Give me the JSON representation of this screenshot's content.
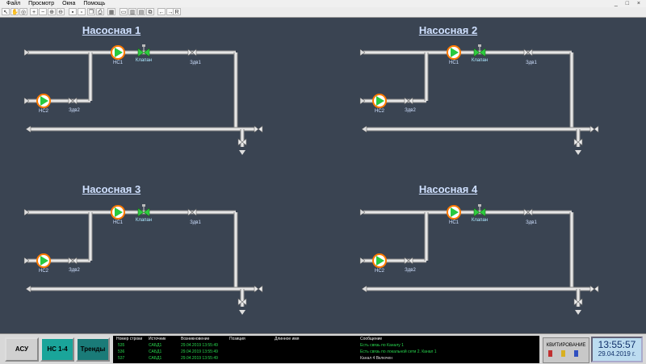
{
  "menu": [
    "Файл",
    "Просмотр",
    "Окна",
    "Помощь"
  ],
  "toolbar": {
    "last_button": "R"
  },
  "stations": [
    {
      "title": "Насосная 1",
      "pump1": "НС1",
      "pump2": "НС2",
      "valve": "Клапан",
      "gate1": "Здв1",
      "gate2": "Здв2"
    },
    {
      "title": "Насосная 2",
      "pump1": "НС1",
      "pump2": "НС2",
      "valve": "Клапан",
      "gate1": "Здв1",
      "gate2": "Здв2"
    },
    {
      "title": "Насосная 3",
      "pump1": "НС1",
      "pump2": "НС2",
      "valve": "Клапан",
      "gate1": "Здв1",
      "gate2": "Здв2"
    },
    {
      "title": "Насосная 4",
      "pump1": "НС1",
      "pump2": "НС2",
      "valve": "Клапан",
      "gate1": "Здв1",
      "gate2": "Здв2"
    }
  ],
  "bottom": {
    "asu": "АСУ",
    "ns": "НС 1-4",
    "trends": "Тренды",
    "events": {
      "headers": {
        "num": "Номер строки",
        "source": "Источник",
        "time": "Возникновение",
        "position": "Позиция",
        "value": "Длинное имя",
        "message": "Сообщение"
      },
      "rows": [
        {
          "num": "535",
          "source": "САБД1",
          "time": "29.04.2019 13:55:49",
          "message": "Есть связь по Каналу 1"
        },
        {
          "num": "536",
          "source": "САБД1",
          "time": "29.04.2019 13:55:49",
          "message": "Есть связь по локальной сети 2. Канал 1"
        },
        {
          "num": "537",
          "source": "САБД1",
          "time": "29.04.2019 13:55:49",
          "message": "Канал 4 Включен"
        }
      ]
    },
    "ack": "КВИТИРОВАНИЕ",
    "clock_time": "13:55:57",
    "clock_date": "29.04.2019 г."
  },
  "colors": {
    "background": "#3a4452",
    "pipe": "#e6e6e6",
    "pump_green": "#27c93f",
    "pump_ring": "#ff7a00",
    "valve_green": "#2ecc40"
  }
}
